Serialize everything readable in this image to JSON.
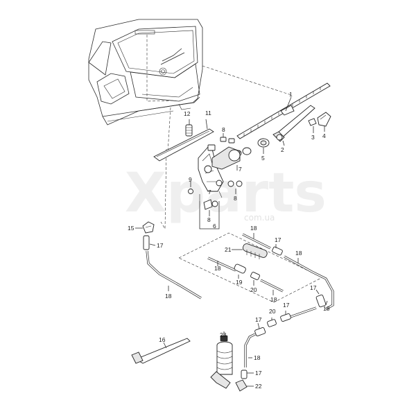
{
  "watermark": {
    "brand": "Xparts",
    "domain": "com.ua"
  },
  "labels": {
    "p1": "1",
    "p2": "2",
    "p3": "3",
    "p4": "4",
    "p5": "5",
    "p6": "6",
    "p7a": "7",
    "p7b": "7",
    "p8a": "8",
    "p8b": "8",
    "p8c": "8",
    "p9": "9",
    "p11": "11",
    "p12": "12",
    "p15": "15",
    "p16": "16",
    "p17a": "17",
    "p17b": "17",
    "p17c": "17",
    "p17d": "17",
    "p17e": "17",
    "p18a": "18",
    "p18b": "18",
    "p18c": "18",
    "p18d": "18",
    "p18e": "18",
    "p18f": "18",
    "p18g": "18",
    "p19": "19",
    "p20a": "20",
    "p20b": "20",
    "p21": "21",
    "p22": "22",
    "p23": "23"
  },
  "colors": {
    "line": "#222222",
    "background": "#ffffff",
    "watermark": "#efefef"
  }
}
